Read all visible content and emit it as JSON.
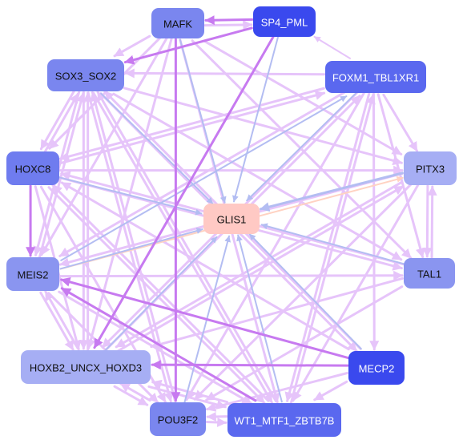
{
  "nodes": [
    {
      "id": "MAFK",
      "label": "MAFK",
      "fill": "#7a86ef",
      "text": "#111111"
    },
    {
      "id": "SP4_PML",
      "label": "SP4_PML",
      "fill": "#3a49ee",
      "text": "#ffffff"
    },
    {
      "id": "SOX3_SOX2",
      "label": "SOX3_SOX2",
      "fill": "#7a86ef",
      "text": "#111111"
    },
    {
      "id": "FOXM1_TBL1XR1",
      "label": "FOXM1_TBL1XR1",
      "fill": "#5a68ef",
      "text": "#ffffff"
    },
    {
      "id": "HOXC8",
      "label": "HOXC8",
      "fill": "#6f7cef",
      "text": "#111111"
    },
    {
      "id": "PITX3",
      "label": "PITX3",
      "fill": "#a6aef4",
      "text": "#111111"
    },
    {
      "id": "GLIS1",
      "label": "GLIS1",
      "fill": "#ffc9c4",
      "text": "#111111"
    },
    {
      "id": "MEIS2",
      "label": "MEIS2",
      "fill": "#8a95f0",
      "text": "#111111"
    },
    {
      "id": "TAL1",
      "label": "TAL1",
      "fill": "#8a95f0",
      "text": "#111111"
    },
    {
      "id": "HOXB2_UNCX_HOXD3",
      "label": "HOXB2_UNCX_HOXD3",
      "fill": "#a6aef4",
      "text": "#111111"
    },
    {
      "id": "MECP2",
      "label": "MECP2",
      "fill": "#3a49ee",
      "text": "#ffffff"
    },
    {
      "id": "POU3F2",
      "label": "POU3F2",
      "fill": "#7a86ef",
      "text": "#111111"
    },
    {
      "id": "WT1_MTF1_ZBTB7B",
      "label": "WT1_MTF1_ZBTB7B",
      "fill": "#5a68ef",
      "text": "#ffffff"
    }
  ],
  "colors": {
    "light_violet": "#e6c4fa",
    "violet": "#c77af0",
    "blue": "#b3bdf2",
    "peach": "#ffd2c2"
  },
  "edges": [
    {
      "from": "SP4_PML",
      "to": "MAFK",
      "color": "violet",
      "weight": 3
    },
    {
      "from": "MAFK",
      "to": "SP4_PML",
      "color": "light_violet",
      "weight": 3
    },
    {
      "from": "SP4_PML",
      "to": "SOX3_SOX2",
      "color": "violet",
      "weight": 3
    },
    {
      "from": "SP4_PML",
      "to": "GLIS1",
      "color": "blue",
      "weight": 2
    },
    {
      "from": "SP4_PML",
      "to": "HOXB2_UNCX_HOXD3",
      "color": "violet",
      "weight": 3
    },
    {
      "from": "MAFK",
      "to": "GLIS1",
      "color": "blue",
      "weight": 2
    },
    {
      "from": "MAFK",
      "to": "SOX3_SOX2",
      "color": "light_violet",
      "weight": 3
    },
    {
      "from": "MAFK",
      "to": "HOXC8",
      "color": "light_violet",
      "weight": 3
    },
    {
      "from": "MAFK",
      "to": "MEIS2",
      "color": "light_violet",
      "weight": 3
    },
    {
      "from": "MAFK",
      "to": "HOXB2_UNCX_HOXD3",
      "color": "light_violet",
      "weight": 3
    },
    {
      "from": "MAFK",
      "to": "POU3F2",
      "color": "violet",
      "weight": 3
    },
    {
      "from": "MAFK",
      "to": "WT1_MTF1_ZBTB7B",
      "color": "light_violet",
      "weight": 3
    },
    {
      "from": "MAFK",
      "to": "PITX3",
      "color": "light_violet",
      "weight": 3
    },
    {
      "from": "MAFK",
      "to": "TAL1",
      "color": "light_violet",
      "weight": 3
    },
    {
      "from": "FOXM1_TBL1XR1",
      "to": "SP4_PML",
      "color": "light_violet",
      "weight": 2
    },
    {
      "from": "FOXM1_TBL1XR1",
      "to": "SOX3_SOX2",
      "color": "light_violet",
      "weight": 3
    },
    {
      "from": "FOXM1_TBL1XR1",
      "to": "GLIS1",
      "color": "blue",
      "weight": 2
    },
    {
      "from": "FOXM1_TBL1XR1",
      "to": "HOXC8",
      "color": "light_violet",
      "weight": 3
    },
    {
      "from": "FOXM1_TBL1XR1",
      "to": "PITX3",
      "color": "light_violet",
      "weight": 3
    },
    {
      "from": "FOXM1_TBL1XR1",
      "to": "MEIS2",
      "color": "light_violet",
      "weight": 3
    },
    {
      "from": "FOXM1_TBL1XR1",
      "to": "HOXB2_UNCX_HOXD3",
      "color": "light_violet",
      "weight": 3
    },
    {
      "from": "FOXM1_TBL1XR1",
      "to": "POU3F2",
      "color": "light_violet",
      "weight": 3
    },
    {
      "from": "FOXM1_TBL1XR1",
      "to": "WT1_MTF1_ZBTB7B",
      "color": "light_violet",
      "weight": 3
    },
    {
      "from": "FOXM1_TBL1XR1",
      "to": "TAL1",
      "color": "light_violet",
      "weight": 3
    },
    {
      "from": "FOXM1_TBL1XR1",
      "to": "MECP2",
      "color": "light_violet",
      "weight": 3
    },
    {
      "from": "SOX3_SOX2",
      "to": "GLIS1",
      "color": "blue",
      "weight": 2
    },
    {
      "from": "SOX3_SOX2",
      "to": "HOXC8",
      "color": "light_violet",
      "weight": 3
    },
    {
      "from": "SOX3_SOX2",
      "to": "MEIS2",
      "color": "light_violet",
      "weight": 3
    },
    {
      "from": "SOX3_SOX2",
      "to": "HOXB2_UNCX_HOXD3",
      "color": "light_violet",
      "weight": 3
    },
    {
      "from": "SOX3_SOX2",
      "to": "POU3F2",
      "color": "light_violet",
      "weight": 3
    },
    {
      "from": "SOX3_SOX2",
      "to": "WT1_MTF1_ZBTB7B",
      "color": "light_violet",
      "weight": 3
    },
    {
      "from": "SOX3_SOX2",
      "to": "PITX3",
      "color": "light_violet",
      "weight": 3
    },
    {
      "from": "SOX3_SOX2",
      "to": "TAL1",
      "color": "light_violet",
      "weight": 3
    },
    {
      "from": "SOX3_SOX2",
      "to": "MECP2",
      "color": "light_violet",
      "weight": 3
    },
    {
      "from": "HOXC8",
      "to": "GLIS1",
      "color": "blue",
      "weight": 2
    },
    {
      "from": "HOXC8",
      "to": "MEIS2",
      "color": "violet",
      "weight": 3
    },
    {
      "from": "HOXC8",
      "to": "PITX3",
      "color": "light_violet",
      "weight": 3
    },
    {
      "from": "HOXC8",
      "to": "HOXB2_UNCX_HOXD3",
      "color": "light_violet",
      "weight": 3
    },
    {
      "from": "HOXC8",
      "to": "POU3F2",
      "color": "light_violet",
      "weight": 3
    },
    {
      "from": "HOXC8",
      "to": "WT1_MTF1_ZBTB7B",
      "color": "light_violet",
      "weight": 3
    },
    {
      "from": "HOXC8",
      "to": "TAL1",
      "color": "light_violet",
      "weight": 3
    },
    {
      "from": "HOXC8",
      "to": "FOXM1_TBL1XR1",
      "color": "light_violet",
      "weight": 3
    },
    {
      "from": "PITX3",
      "to": "GLIS1",
      "color": "blue",
      "weight": 3
    },
    {
      "from": "PITX3",
      "to": "TAL1",
      "color": "light_violet",
      "weight": 3
    },
    {
      "from": "PITX3",
      "to": "MEIS2",
      "color": "light_violet",
      "weight": 3
    },
    {
      "from": "PITX3",
      "to": "HOXB2_UNCX_HOXD3",
      "color": "light_violet",
      "weight": 3
    },
    {
      "from": "PITX3",
      "to": "POU3F2",
      "color": "light_violet",
      "weight": 3
    },
    {
      "from": "PITX3",
      "to": "WT1_MTF1_ZBTB7B",
      "color": "light_violet",
      "weight": 3
    },
    {
      "from": "MEIS2",
      "to": "GLIS1",
      "color": "blue",
      "weight": 2
    },
    {
      "from": "MEIS2",
      "to": "FOXM1_TBL1XR1",
      "color": "blue",
      "weight": 2
    },
    {
      "from": "MEIS2",
      "to": "PITX3",
      "color": "peach",
      "weight": 2
    },
    {
      "from": "MEIS2",
      "to": "HOXB2_UNCX_HOXD3",
      "color": "light_violet",
      "weight": 3
    },
    {
      "from": "MEIS2",
      "to": "POU3F2",
      "color": "light_violet",
      "weight": 3
    },
    {
      "from": "MEIS2",
      "to": "WT1_MTF1_ZBTB7B",
      "color": "light_violet",
      "weight": 3
    },
    {
      "from": "MEIS2",
      "to": "TAL1",
      "color": "light_violet",
      "weight": 3
    },
    {
      "from": "MEIS2",
      "to": "SOX3_SOX2",
      "color": "light_violet",
      "weight": 3
    },
    {
      "from": "TAL1",
      "to": "GLIS1",
      "color": "blue",
      "weight": 2
    },
    {
      "from": "TAL1",
      "to": "HOXC8",
      "color": "light_violet",
      "weight": 3
    },
    {
      "from": "TAL1",
      "to": "HOXB2_UNCX_HOXD3",
      "color": "light_violet",
      "weight": 3
    },
    {
      "from": "TAL1",
      "to": "POU3F2",
      "color": "light_violet",
      "weight": 3
    },
    {
      "from": "TAL1",
      "to": "PITX3",
      "color": "light_violet",
      "weight": 3
    },
    {
      "from": "HOXB2_UNCX_HOXD3",
      "to": "GLIS1",
      "color": "blue",
      "weight": 2
    },
    {
      "from": "HOXB2_UNCX_HOXD3",
      "to": "POU3F2",
      "color": "light_violet",
      "weight": 3
    },
    {
      "from": "HOXB2_UNCX_HOXD3",
      "to": "MEIS2",
      "color": "light_violet",
      "weight": 3
    },
    {
      "from": "HOXB2_UNCX_HOXD3",
      "to": "SOX3_SOX2",
      "color": "light_violet",
      "weight": 3
    },
    {
      "from": "HOXB2_UNCX_HOXD3",
      "to": "PITX3",
      "color": "light_violet",
      "weight": 3
    },
    {
      "from": "HOXB2_UNCX_HOXD3",
      "to": "FOXM1_TBL1XR1",
      "color": "light_violet",
      "weight": 3
    },
    {
      "from": "MECP2",
      "to": "GLIS1",
      "color": "blue",
      "weight": 2
    },
    {
      "from": "MECP2",
      "to": "MEIS2",
      "color": "violet",
      "weight": 3
    },
    {
      "from": "MECP2",
      "to": "HOXB2_UNCX_HOXD3",
      "color": "violet",
      "weight": 3
    },
    {
      "from": "MECP2",
      "to": "HOXC8",
      "color": "light_violet",
      "weight": 3
    },
    {
      "from": "MECP2",
      "to": "SOX3_SOX2",
      "color": "light_violet",
      "weight": 3
    },
    {
      "from": "MECP2",
      "to": "POU3F2",
      "color": "light_violet",
      "weight": 3
    },
    {
      "from": "MECP2",
      "to": "WT1_MTF1_ZBTB7B",
      "color": "light_violet",
      "weight": 3
    },
    {
      "from": "POU3F2",
      "to": "GLIS1",
      "color": "blue",
      "weight": 2
    },
    {
      "from": "POU3F2",
      "to": "WT1_MTF1_ZBTB7B",
      "color": "light_violet",
      "weight": 3
    },
    {
      "from": "POU3F2",
      "to": "SOX3_SOX2",
      "color": "light_violet",
      "weight": 3
    },
    {
      "from": "POU3F2",
      "to": "HOXB2_UNCX_HOXD3",
      "color": "light_violet",
      "weight": 3
    },
    {
      "from": "WT1_MTF1_ZBTB7B",
      "to": "GLIS1",
      "color": "blue",
      "weight": 2
    },
    {
      "from": "WT1_MTF1_ZBTB7B",
      "to": "POU3F2",
      "color": "light_violet",
      "weight": 3
    },
    {
      "from": "WT1_MTF1_ZBTB7B",
      "to": "MEIS2",
      "color": "violet",
      "weight": 3
    },
    {
      "from": "WT1_MTF1_ZBTB7B",
      "to": "HOXB2_UNCX_HOXD3",
      "color": "light_violet",
      "weight": 3
    },
    {
      "from": "WT1_MTF1_ZBTB7B",
      "to": "HOXC8",
      "color": "light_violet",
      "weight": 3
    },
    {
      "from": "WT1_MTF1_ZBTB7B",
      "to": "SOX3_SOX2",
      "color": "light_violet",
      "weight": 3
    },
    {
      "from": "WT1_MTF1_ZBTB7B",
      "to": "FOXM1_TBL1XR1",
      "color": "light_violet",
      "weight": 3
    },
    {
      "from": "HOXB2_UNCX_HOXD3",
      "to": "WT1_MTF1_ZBTB7B",
      "color": "light_violet",
      "weight": 3
    },
    {
      "from": "HOXC8",
      "to": "SOX3_SOX2",
      "color": "light_violet",
      "weight": 3
    }
  ]
}
